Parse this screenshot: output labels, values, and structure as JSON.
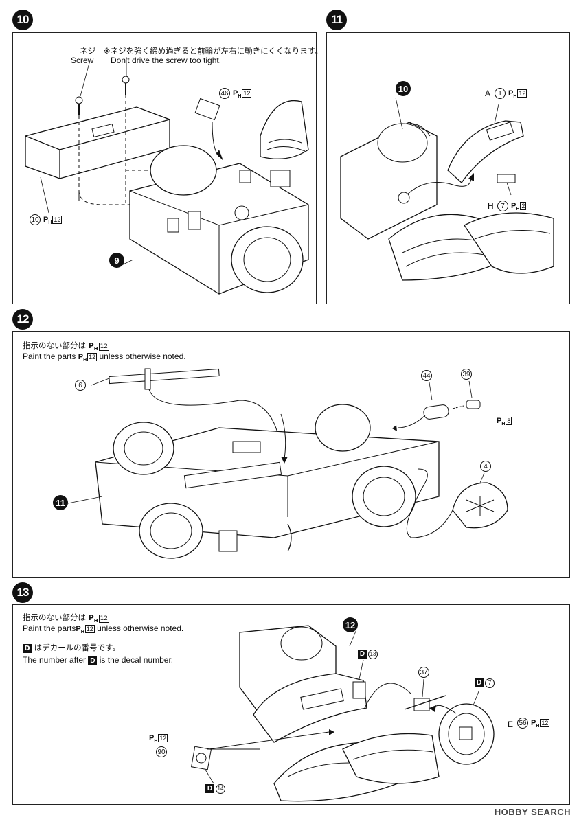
{
  "steps": {
    "s10": {
      "number": "10",
      "screw_jp": "ネジ",
      "screw_en": "Screw",
      "note_jp": "※ネジを強く締め過ぎると前輪が左右に動きにくくなります。",
      "note_en": "Don't drive the screw too tight.",
      "part_46": "46",
      "part_10": "10",
      "part_9": "9",
      "paint_code": "P",
      "paint_sub": "H",
      "paint_num": "12"
    },
    "s11": {
      "number": "11",
      "part_10": "10",
      "label_A": "A",
      "part_1": "1",
      "label_H": "H",
      "part_7": "7",
      "paint_code": "P",
      "paint_sub": "H",
      "paint_num_a": "12",
      "paint_num_h": "2"
    },
    "s12": {
      "number": "12",
      "note_jp": "指示のない部分は",
      "note_en": "Paint the parts",
      "note_en_tail": "unless otherwise noted.",
      "part_6": "6",
      "part_44": "44",
      "part_39": "39",
      "part_4": "4",
      "part_11": "11",
      "paint_code": "P",
      "paint_sub": "H",
      "paint_num": "12",
      "paint_num_39": "8"
    },
    "s13": {
      "number": "13",
      "note_jp": "指示のない部分は",
      "note_en": "Paint the parts",
      "note_en_tail": "unless otherwise noted.",
      "decal_jp": "はデカールの番号です。",
      "decal_en_a": "The number after",
      "decal_en_b": "is the decal number.",
      "decal_letter": "D",
      "part_12": "12",
      "part_37": "37",
      "part_90": "90",
      "label_E": "E",
      "part_56": "56",
      "decal_13": "13",
      "decal_7": "7",
      "decal_14": "14",
      "paint_code": "P",
      "paint_sub": "H",
      "paint_num": "12"
    }
  },
  "watermark": "HOBBY SEARCH"
}
